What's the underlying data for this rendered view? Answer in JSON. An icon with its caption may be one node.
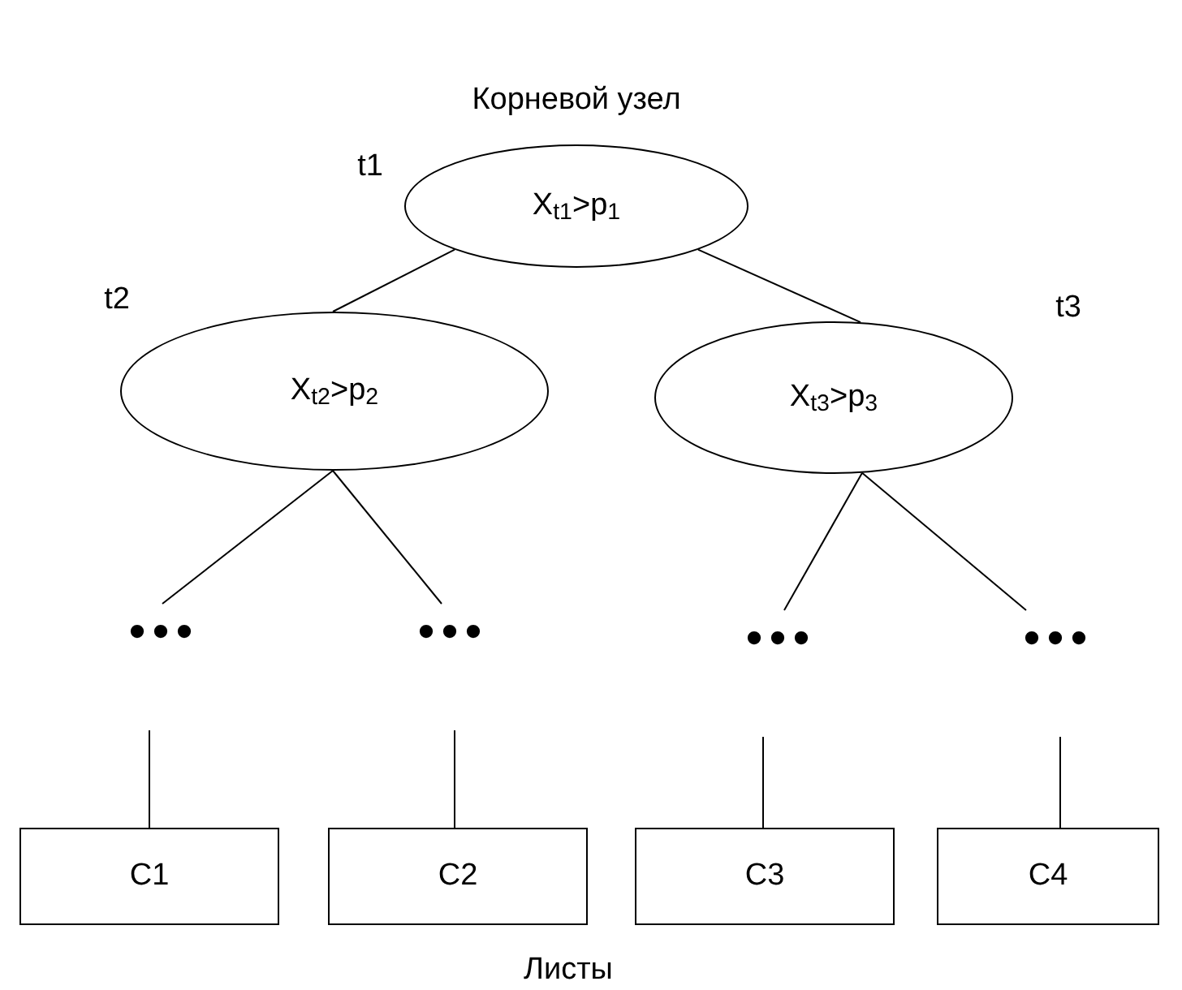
{
  "diagram": {
    "nodes": [
      {
        "text": [
          "X$_{t1}$>p$_{1}$"
        ],
        "beside": [
          "Корневой узел",
          "t1"
        ]
      },
      {
        "text": [
          "X$_{t2}$>p$_{2}$"
        ],
        "beside": [
          "t2"
        ]
      },
      {
        "text": [
          "X$_{t3}$>p$_{3}$"
        ],
        "beside": [
          "t3"
        ]
      },
      {
        "text": [
          "•••"
        ]
      },
      {
        "text": [
          "•••"
        ]
      },
      {
        "text": [
          "•••"
        ]
      },
      {
        "text": [
          "•••"
        ]
      },
      {
        "text": [
          "C1"
        ]
      },
      {
        "text": [
          "C2"
        ]
      },
      {
        "text": [
          "C3"
        ]
      },
      {
        "text": [
          "C4"
        ]
      }
    ],
    "edges": [
      {
        "from": 0,
        "to": 1,
        "arrow": "none"
      },
      {
        "from": 0,
        "to": 2,
        "arrow": "none"
      },
      {
        "from": 1,
        "to": 3,
        "arrow": "none"
      },
      {
        "from": 1,
        "to": 4,
        "arrow": "none"
      },
      {
        "from": 2,
        "to": 5,
        "arrow": "none"
      },
      {
        "from": 2,
        "to": 6,
        "arrow": "none"
      },
      {
        "from": 3,
        "to": 7,
        "arrow": "none"
      },
      {
        "from": 4,
        "to": 8,
        "arrow": "none"
      },
      {
        "from": 5,
        "to": 9,
        "arrow": "none"
      },
      {
        "from": 6,
        "to": 10,
        "arrow": "none"
      }
    ],
    "labels": [
      "Листы"
    ]
  }
}
